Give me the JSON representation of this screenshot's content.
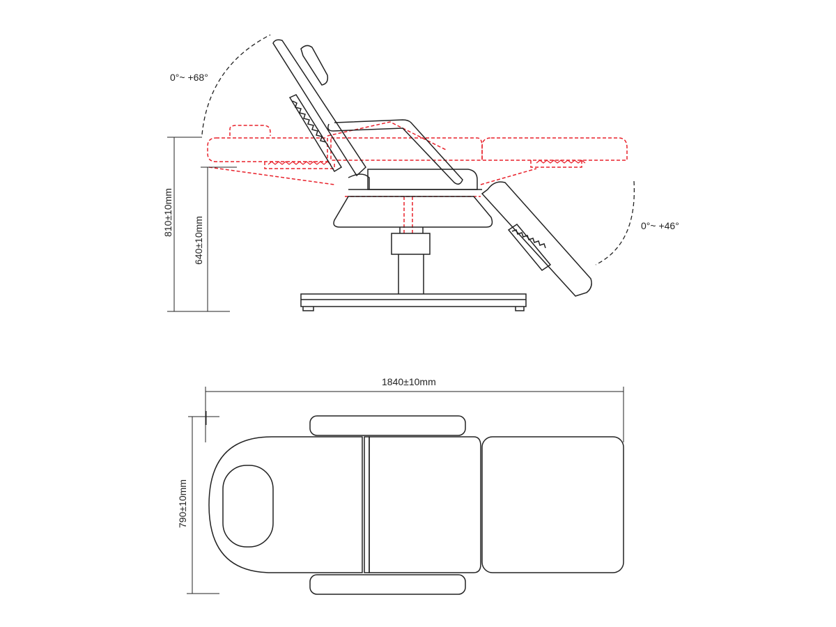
{
  "side_view": {
    "backrest_angle": "0°~ +68°",
    "legrest_angle": "0°~ +46°",
    "max_height": "810±10mm",
    "min_height": "640±10mm"
  },
  "top_view": {
    "length": "1840±10mm",
    "width": "790±10mm"
  },
  "colors": {
    "line": "#222222",
    "flat_position": "#e8202a"
  }
}
